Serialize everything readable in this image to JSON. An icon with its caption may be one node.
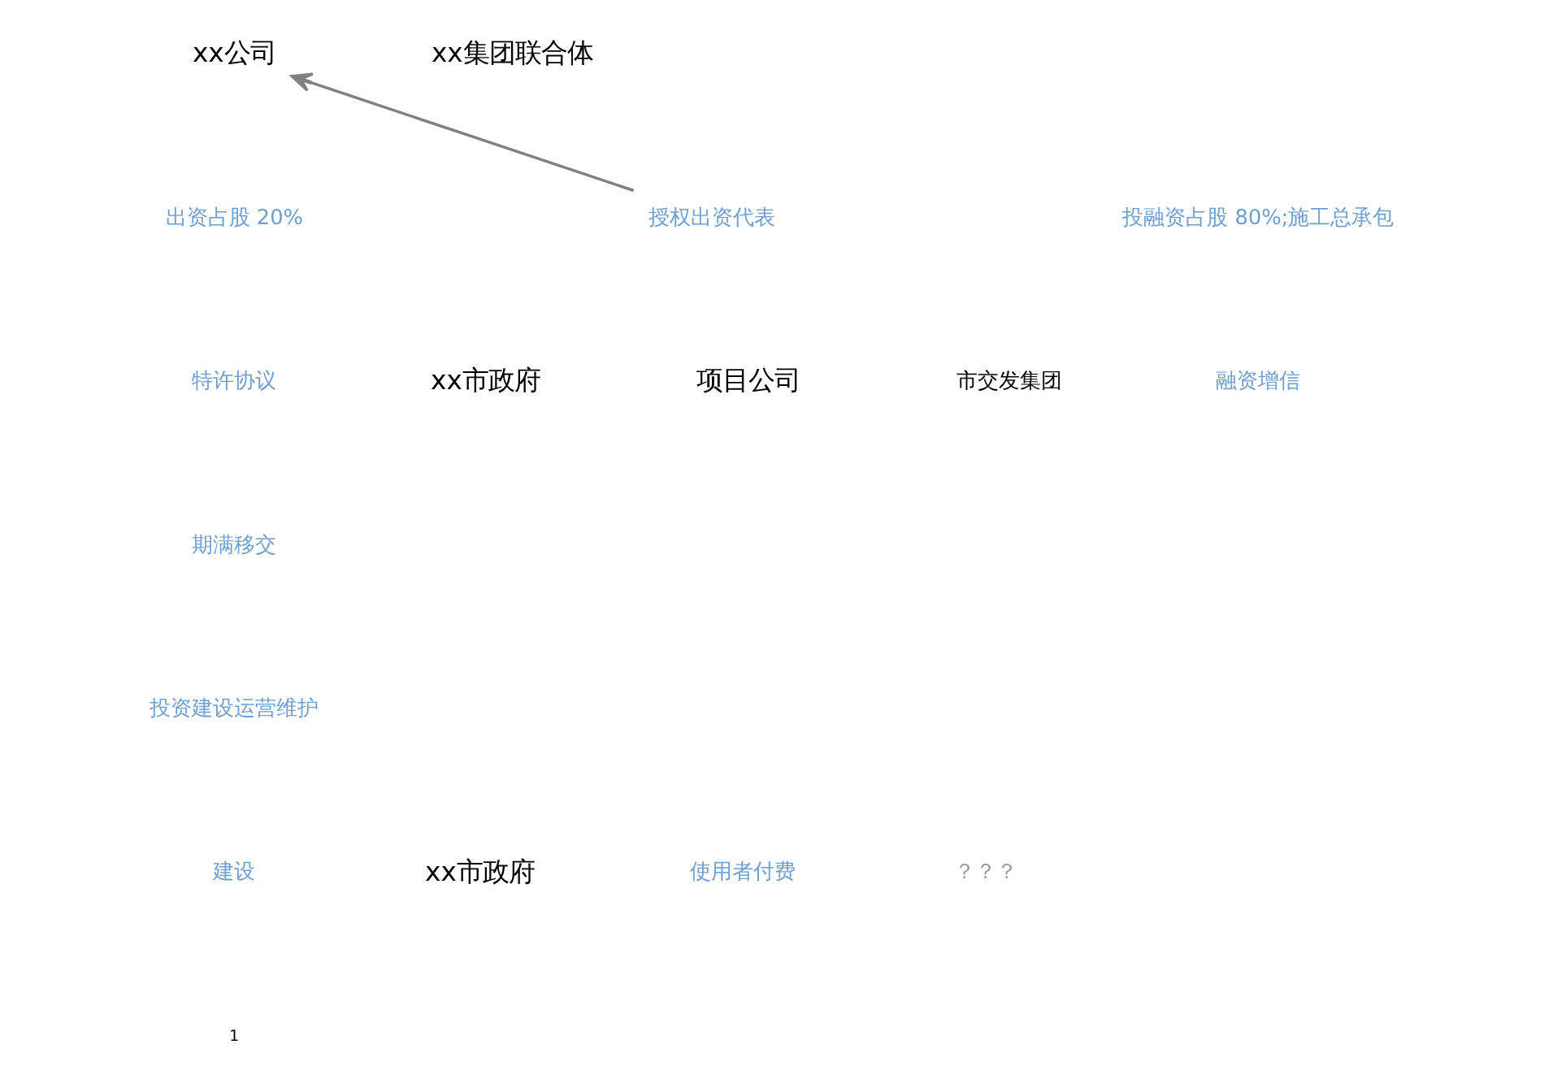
{
  "diagram": {
    "nodes": [
      {
        "text": [
          "xx公司"
        ]
      },
      {
        "text": [
          "xx集团联合体"
        ]
      },
      {
        "text": [
          "授权出资代表"
        ]
      },
      {
        "text": [
          "xx市政府"
        ]
      },
      {
        "text": [
          "项目公司"
        ]
      },
      {
        "text": [
          "市交发集团"
        ]
      },
      {
        "text": [
          "xx市政府"
        ]
      }
    ],
    "edges": [
      {
        "from": 2,
        "to": 0,
        "arrow": "to"
      }
    ],
    "labels": [
      "出资占股 20%",
      "投融资占股 80%;施工总承包",
      "特许协议",
      "期满移交",
      "融资增信",
      "投资建设运营维护",
      "建设",
      "使用者付费",
      "？？？",
      "1"
    ]
  }
}
